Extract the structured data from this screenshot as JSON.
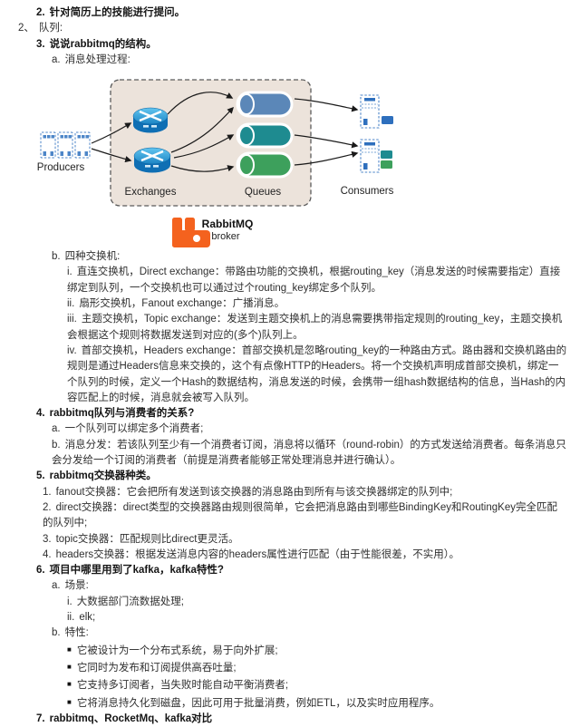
{
  "doc": {
    "items": [
      {
        "marker": "2.",
        "text": "针对简历上的技能进行提问。"
      },
      {
        "marker": "2、",
        "text": "队列:"
      },
      {
        "marker": "3.",
        "text": "说说rabbitmq的结构。"
      },
      {
        "marker": "a.",
        "text": "消息处理过程:"
      },
      {
        "marker": "b.",
        "text": "四种交换机:"
      },
      {
        "marker": "i.",
        "text": "直连交换机，Direct exchange：带路由功能的交换机，根据routing_key（消息发送的时候需要指定）直接绑定到队列，一个交换机也可以通过过个routing_key绑定多个队列。"
      },
      {
        "marker": "ii.",
        "text": "扇形交换机，Fanout exchange：广播消息。"
      },
      {
        "marker": "iii.",
        "text": "主题交换机，Topic exchange：发送到主题交换机上的消息需要携带指定规则的routing_key，主题交换机会根据这个规则将数据发送到对应的(多个)队列上。"
      },
      {
        "marker": "iv.",
        "text": "首部交换机，Headers exchange：首部交换机是忽略routing_key的一种路由方式。路由器和交换机路由的规则是通过Headers信息来交换的，这个有点像HTTP的Headers。将一个交换机声明成首部交换机，绑定一个队列的时候，定义一个Hash的数据结构，消息发送的时候，会携带一组hash数据结构的信息，当Hash的内容匹配上的时候，消息就会被写入队列。"
      },
      {
        "marker": "4.",
        "text": "rabbitmq队列与消费者的关系?"
      },
      {
        "marker": "a.",
        "text": "一个队列可以绑定多个消费者;"
      },
      {
        "marker": "b.",
        "text": "消息分发：若该队列至少有一个消费者订阅，消息将以循环（round-robin）的方式发送给消费者。每条消息只会分发给一个订阅的消费者（前提是消费者能够正常处理消息并进行确认）。"
      },
      {
        "marker": "5.",
        "text": "rabbitmq交换器种类。"
      },
      {
        "marker": "1.",
        "text": "fanout交换器：它会把所有发送到该交换器的消息路由到所有与该交换器绑定的队列中;"
      },
      {
        "marker": "2.",
        "text": "direct交换器：direct类型的交换器路由规则很简单，它会把消息路由到哪些BindingKey和RoutingKey完全匹配的队列中;"
      },
      {
        "marker": "3.",
        "text": "topic交换器：匹配规则比direct更灵活。"
      },
      {
        "marker": "4.",
        "text": "headers交换器：根据发送消息内容的headers属性进行匹配（由于性能很差，不实用）。"
      },
      {
        "marker": "6.",
        "text": "项目中哪里用到了kafka，kafka特性?"
      },
      {
        "marker": "a.",
        "text": "场景:"
      },
      {
        "marker": "i.",
        "text": "大数据部门流数据处理;"
      },
      {
        "marker": "ii.",
        "text": "elk;"
      },
      {
        "marker": "b.",
        "text": "特性:"
      },
      {
        "marker": "■",
        "text": "它被设计为一个分布式系统，易于向外扩展;"
      },
      {
        "marker": "■",
        "text": "它同时为发布和订阅提供高吞吐量;"
      },
      {
        "marker": "■",
        "text": "它支持多订阅者，当失败时能自动平衡消费者;"
      },
      {
        "marker": "■",
        "text": "它将消息持久化到磁盘，因此可用于批量消费，例如ETL，以及实时应用程序。"
      },
      {
        "marker": "7.",
        "text": "rabbitmq、RocketMq、kafka对比"
      }
    ]
  },
  "diagram": {
    "labels": {
      "producers": "Producers",
      "exchanges": "Exchanges",
      "queues": "Queues",
      "consumers": "Consumers"
    },
    "logo": {
      "name": "RabbitMQ",
      "subtitle": "broker",
      "color": "#f4621e"
    },
    "colors": {
      "broker_box_bg": "#ece3db",
      "queue_blue": "#5b87b8",
      "queue_teal": "#1e8b90",
      "queue_green": "#3da05c",
      "node_blue": "#4d86c8"
    }
  }
}
